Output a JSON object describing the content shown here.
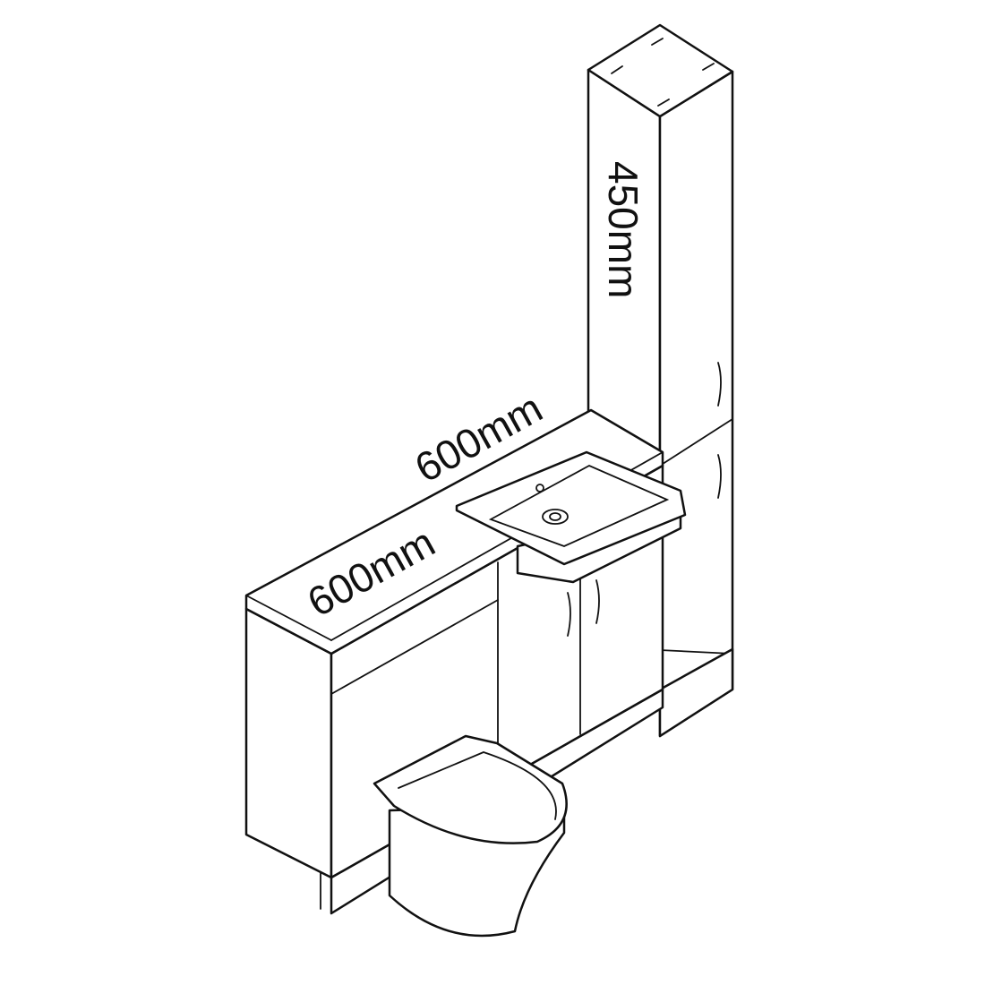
{
  "title": "Bathroom furniture unit dimensions",
  "dimensions": {
    "left_width": "600mm",
    "basin_width": "600mm",
    "tall_unit_width": "450mm"
  },
  "colors": {
    "line": "#111111",
    "background": "#ffffff"
  }
}
